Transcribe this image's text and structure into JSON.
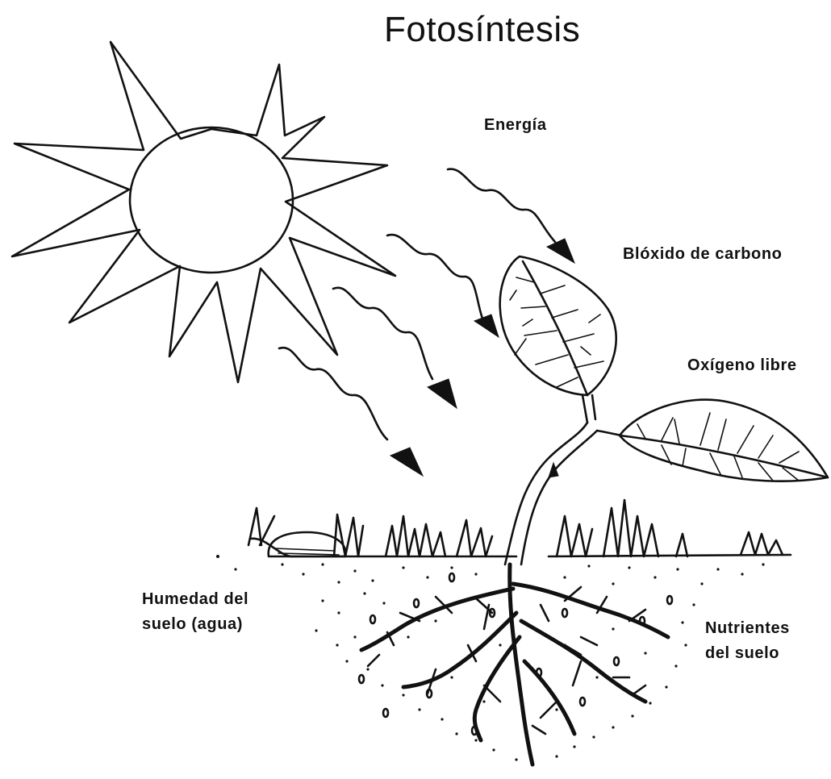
{
  "title": "Fotosíntesis",
  "labels": {
    "energy": "Energía",
    "carbon_dioxide": "Blóxido de carbono",
    "oxygen": "Oxígeno libre",
    "soil_moisture": [
      "Humedad del",
      "suelo (agua)"
    ],
    "nutrients": [
      "Nutrientes",
      "del suelo"
    ]
  },
  "colors": {
    "ink": "#111111",
    "paper": "#ffffff"
  },
  "icons": [
    "sun-icon",
    "light-ray-arrow-icon",
    "plant-icon",
    "leaf-icon",
    "root-icon",
    "grass-icon",
    "stone-icon"
  ]
}
